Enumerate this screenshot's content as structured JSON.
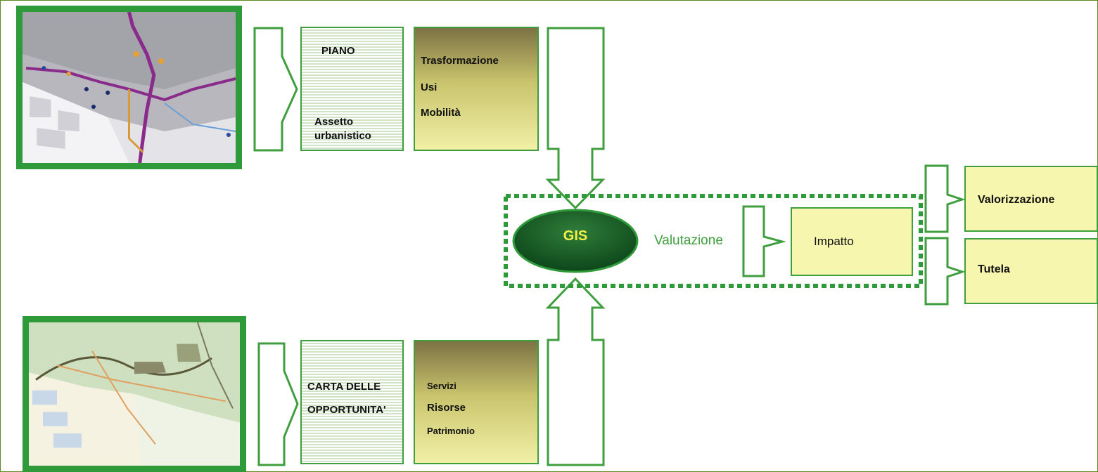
{
  "top_row": {
    "piano": "PIANO",
    "assetto_line1": "Assetto",
    "assetto_line2": "urbanistico",
    "items": [
      "Trasformazione",
      "Usi",
      "Mobilità"
    ]
  },
  "bottom_row": {
    "carta_line1": "CARTA DELLE",
    "carta_line2": "OPPORTUNITA'",
    "items": [
      "Servizi",
      "Risorse",
      "Patrimonio"
    ]
  },
  "center": {
    "gis": "GIS",
    "valutazione": "Valutazione",
    "impatto": "Impatto"
  },
  "outputs": [
    "Valorizzazione",
    "Tutela"
  ],
  "colors": {
    "frame_green": "#2f9a3a",
    "outline_green": "#3f9f3f",
    "gis_dark": "#0f4a1c",
    "gis_text": "#f3f046",
    "box_yellow": "#f6f6ae"
  }
}
